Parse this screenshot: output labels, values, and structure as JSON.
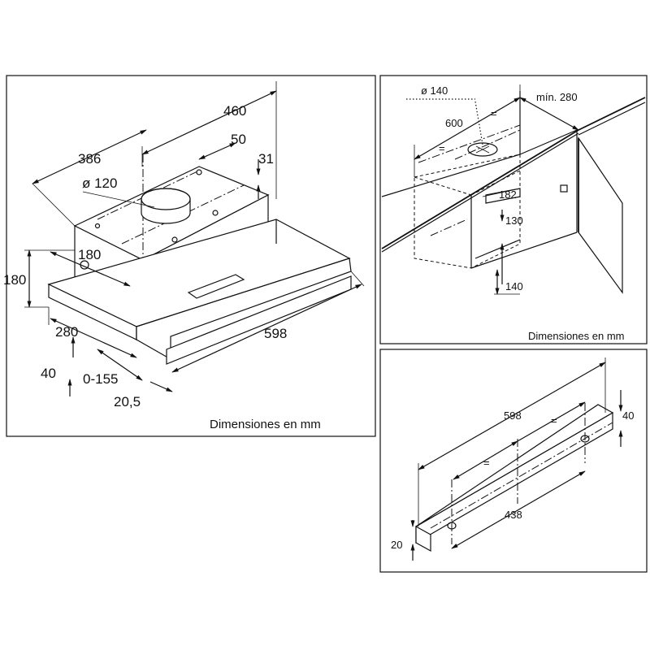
{
  "panel_main": {
    "caption": "Dimensiones en mm",
    "labels": {
      "width_top": "460",
      "depth": "386",
      "offset_50": "50",
      "offset_31": "31",
      "duct": "ø 120",
      "duct_height": "180",
      "height": "180",
      "front_depth": "280",
      "front_height": "40",
      "extension": "0-155",
      "front_offset": "20,5",
      "width": "598"
    }
  },
  "panel_install": {
    "caption": "Dimensiones en mm",
    "labels": {
      "duct": "ø 140",
      "width": "600",
      "equal": "=",
      "min_dist": "mín. 280",
      "d182": "182",
      "d130": "130",
      "d140": "140"
    }
  },
  "panel_front": {
    "labels": {
      "width": "598",
      "equal": "=",
      "height": "40",
      "inner": "438",
      "thickness": "20"
    }
  }
}
